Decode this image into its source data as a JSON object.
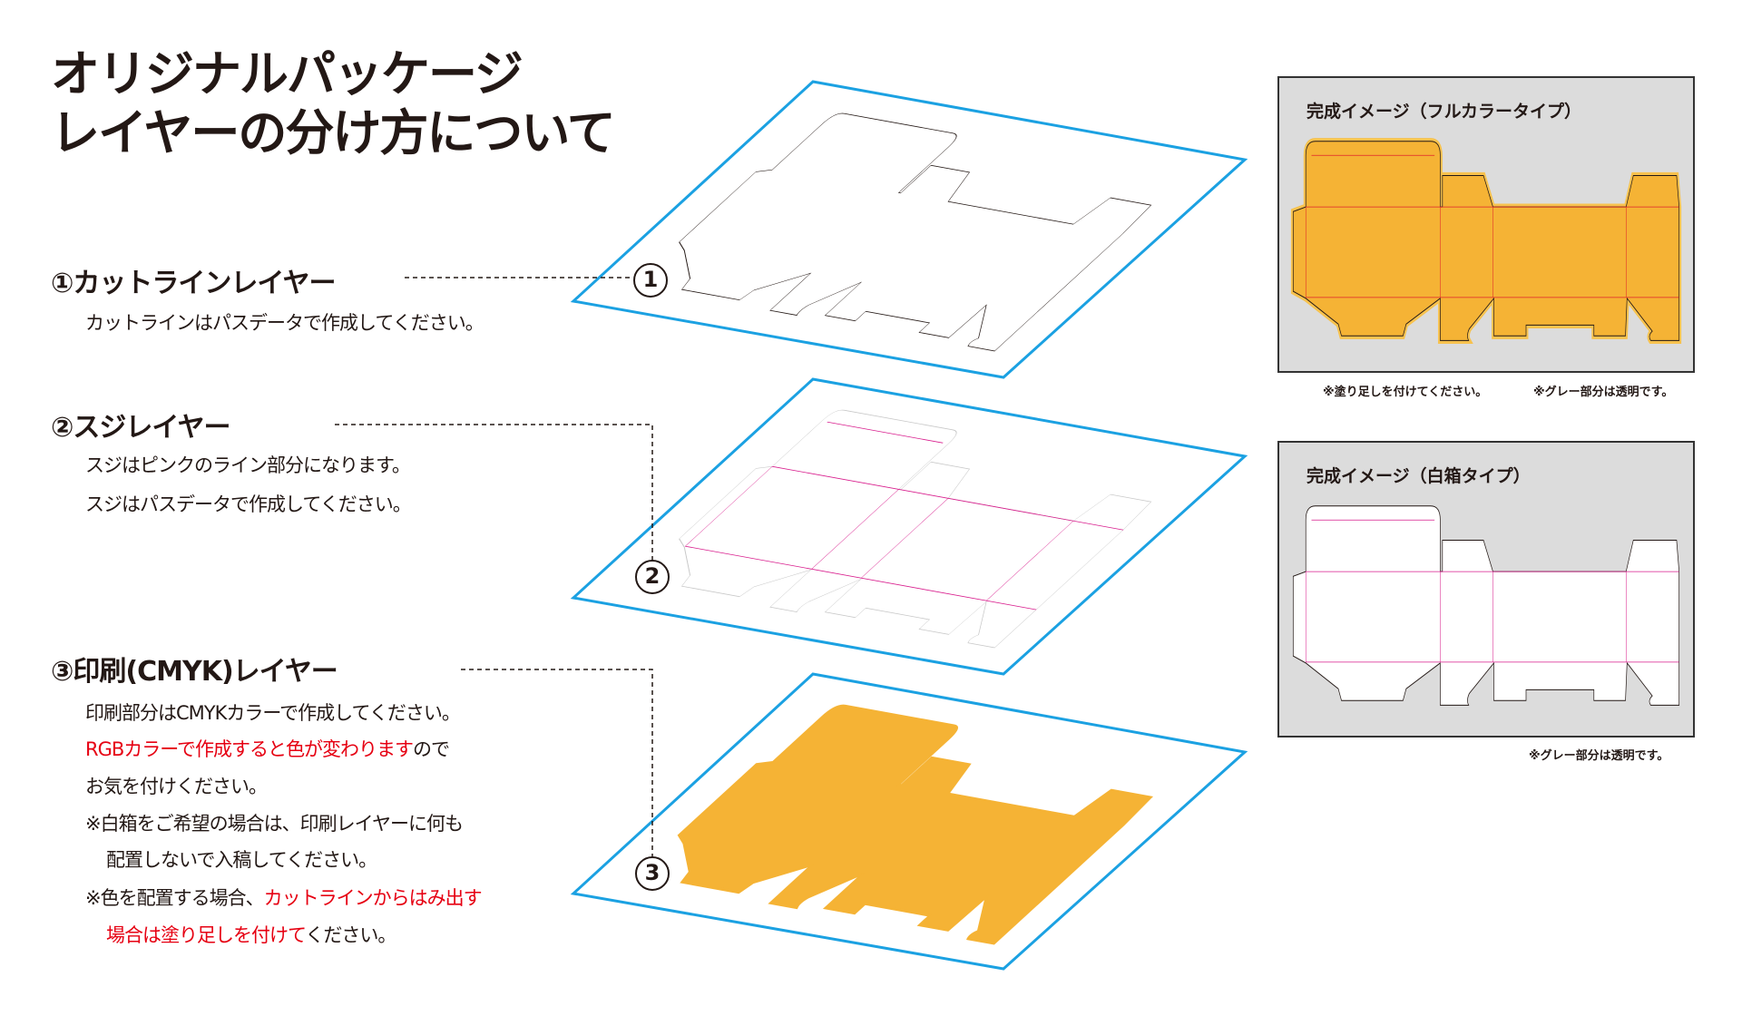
{
  "title": {
    "line1": "オリジナルパッケージ",
    "line2": "レイヤーの分け方について"
  },
  "sections": [
    {
      "heading": "①カットラインレイヤー",
      "number": "1",
      "lines": [
        "カットラインはパスデータで作成してください。"
      ]
    },
    {
      "heading": "②スジレイヤー",
      "number": "2",
      "lines": [
        "スジはピンクのライン部分になります。",
        "スジはパスデータで作成してください。"
      ]
    },
    {
      "heading": "③印刷(CMYK)レイヤー",
      "number": "3",
      "lines": {
        "l1": "印刷部分はCMYKカラーで作成してください。",
        "l2_red": "RGBカラーで作成すると色が変わります",
        "l2_black": "ので",
        "l3": "お気を付けください。",
        "l4": "※白箱をご希望の場合は、印刷レイヤーに何も",
        "l5": "配置しないで入稿してください。",
        "l6_black": "※色を配置する場合、",
        "l6_red": "カットラインからはみ出す",
        "l7_red": "場合は塗り足しを付けて",
        "l7_black": "ください。"
      }
    }
  ],
  "panels": [
    {
      "title": "完成イメージ（フルカラータイプ）",
      "captions": [
        "※塗り足しを付けてください。",
        "※グレー部分は透明です。"
      ]
    },
    {
      "title": "完成イメージ（白箱タイプ）",
      "captions": [
        "※グレー部分は透明です。"
      ]
    }
  ],
  "colors": {
    "plane_border": "#1ba1e2",
    "print_fill": "#f5b335",
    "crease_pink": "#d81b8c",
    "crease_red": "#e0202a",
    "text": "#231815",
    "emphasis_red": "#e60012",
    "panel_bg": "#dcdcdc"
  }
}
